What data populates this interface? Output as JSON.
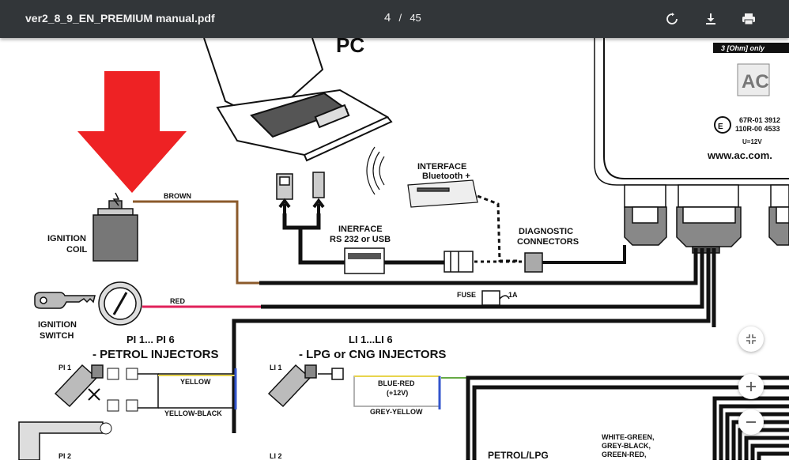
{
  "toolbar": {
    "title": "ver2_8_9_EN_PREMIUM manual.pdf",
    "page_current": "4",
    "page_separator": "/",
    "page_total": "45",
    "icons": [
      "rotate-icon",
      "download-icon",
      "print-icon"
    ]
  },
  "diagram": {
    "pc": "PC",
    "ecu_top": "3 [Ohm] only",
    "ecu_cert1": "67R-01 3912",
    "ecu_cert2": "110R-00 4533",
    "ecu_volt": "U=12V",
    "ecu_url": "www.ac.com.",
    "brown": "BROWN",
    "ign_coil_1": "IGNITION",
    "ign_coil_2": "COIL",
    "red": "RED",
    "ign_sw_1": "IGNITION",
    "ign_sw_2": "SWITCH",
    "bt_1": "INTERFACE",
    "bt_2": "Bluetooth +",
    "rs_1": "INERFACE",
    "rs_2": "RS 232 or USB",
    "diag_1": "DIAGNOSTIC",
    "diag_2": "CONNECTORS",
    "fuse": "FUSE",
    "fuse_val": "1A",
    "pi_1": "PI 1... PI 6",
    "pi_2": "- PETROL INJECTORS",
    "li_1": "LI 1...LI 6",
    "li_2": "- LPG or CNG INJECTORS",
    "pi1": "PI 1",
    "pi2": "PI 2",
    "li1": "LI 1",
    "li2": "LI 2",
    "yellow": "YELLOW",
    "yellow_black": "YELLOW-BLACK",
    "blue_red_1": "BLUE-RED",
    "blue_red_2": "(+12V)",
    "grey_yellow": "GREY-YELLOW",
    "petrol_lpg": "PETROL/LPG",
    "wg_1": "WHITE-GREEN,",
    "wg_2": "GREY-BLACK,",
    "wg_3": "GREEN-RED,"
  },
  "zoom": {
    "fit": "fit-icon",
    "in": "plus-icon",
    "out": "minus-icon"
  },
  "colors": {
    "toolbar": "#323639",
    "arrow": "#ee2224",
    "brown_wire": "#8b5a2b",
    "red_wire": "#e0205a"
  }
}
